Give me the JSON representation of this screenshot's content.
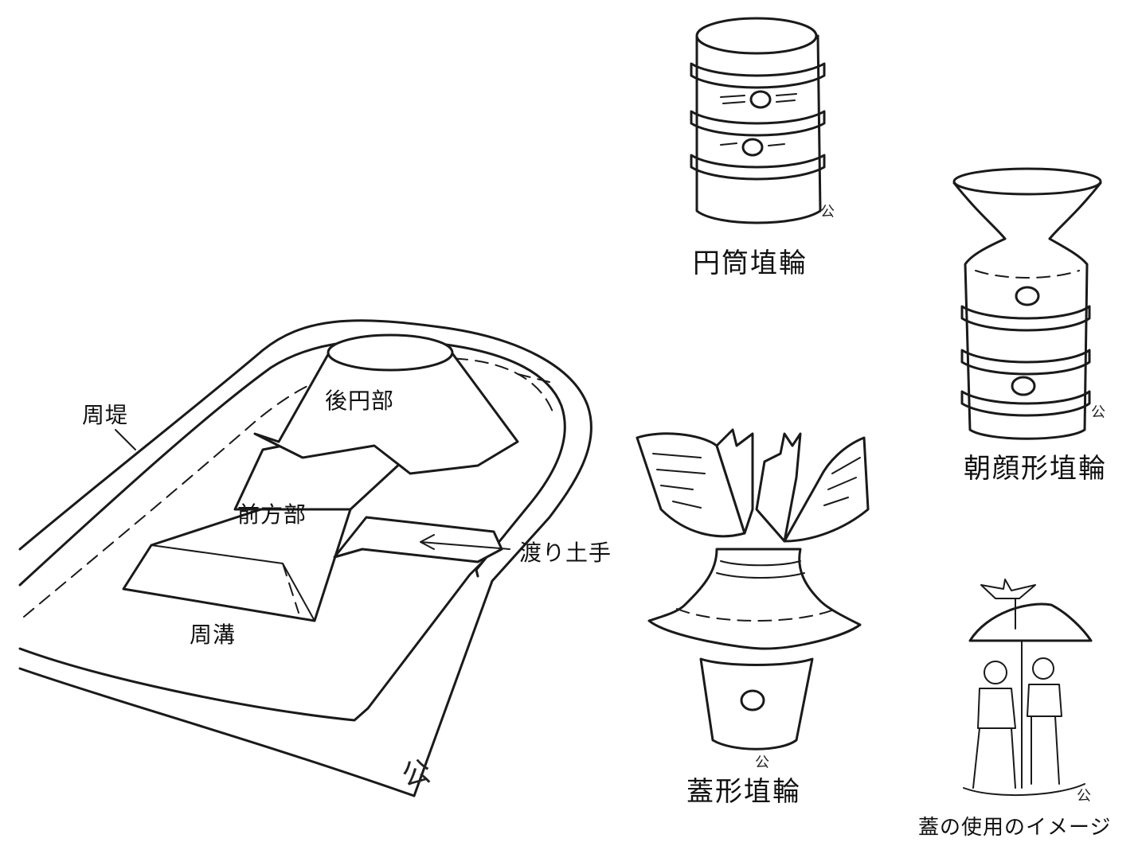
{
  "kofun": {
    "label_shutei": "周堤",
    "label_koenbu": "後円部",
    "label_zenpobu": "前方部",
    "label_watari": "渡り土手",
    "label_shuko": "周溝"
  },
  "haniwa": {
    "entou_label": "円筒埴輪",
    "asagao_label": "朝顔形埴輪",
    "kinugasa_label": "蓋形埴輪",
    "usage_label": "蓋の使用のイメージ"
  },
  "signature": "公"
}
